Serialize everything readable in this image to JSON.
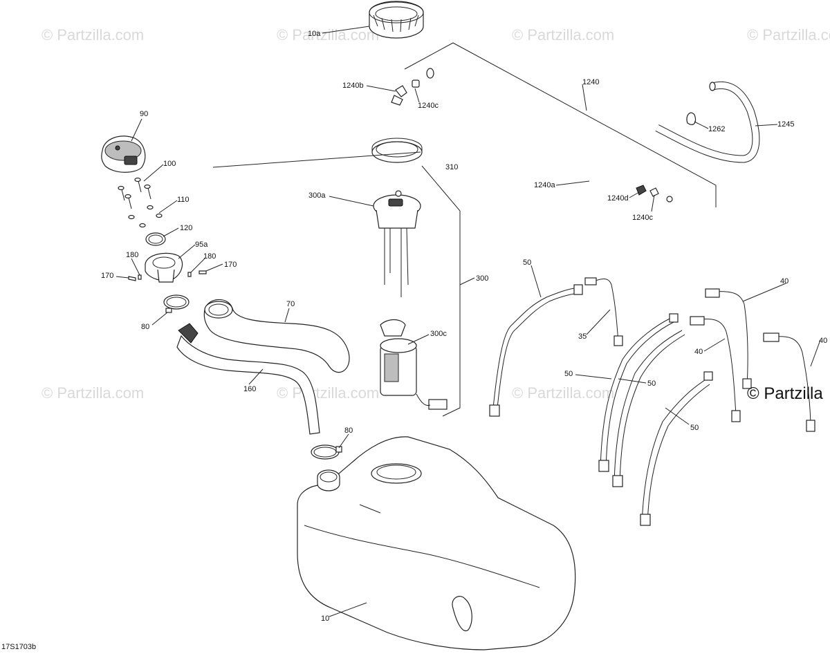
{
  "figure_code": "17S1703b",
  "watermarks": {
    "faint": "© Partzilla.com",
    "bold": "© Partzilla"
  },
  "callouts": [
    {
      "id": "c10a",
      "text": "10a"
    },
    {
      "id": "c1240b",
      "text": "1240b"
    },
    {
      "id": "c1240c_top",
      "text": "1240c"
    },
    {
      "id": "c1240",
      "text": "1240"
    },
    {
      "id": "c1245",
      "text": "1245"
    },
    {
      "id": "c1262",
      "text": "1262"
    },
    {
      "id": "c90",
      "text": "90"
    },
    {
      "id": "c100",
      "text": "100"
    },
    {
      "id": "c310",
      "text": "310"
    },
    {
      "id": "c1240a",
      "text": "1240a"
    },
    {
      "id": "c1240d",
      "text": "1240d"
    },
    {
      "id": "c1240c_mid",
      "text": "1240c"
    },
    {
      "id": "c110",
      "text": "110"
    },
    {
      "id": "c300a",
      "text": "300a"
    },
    {
      "id": "c120",
      "text": "120"
    },
    {
      "id": "c95a",
      "text": "95a"
    },
    {
      "id": "c180_l",
      "text": "180"
    },
    {
      "id": "c180_r",
      "text": "180"
    },
    {
      "id": "c170_r",
      "text": "170"
    },
    {
      "id": "c170_l",
      "text": "170"
    },
    {
      "id": "c50_a",
      "text": "50"
    },
    {
      "id": "c300",
      "text": "300"
    },
    {
      "id": "c40_a",
      "text": "40"
    },
    {
      "id": "c70",
      "text": "70"
    },
    {
      "id": "c80_a",
      "text": "80"
    },
    {
      "id": "c35",
      "text": "35"
    },
    {
      "id": "c300c",
      "text": "300c"
    },
    {
      "id": "c40_b",
      "text": "40"
    },
    {
      "id": "c40_c",
      "text": "40"
    },
    {
      "id": "c50_b",
      "text": "50"
    },
    {
      "id": "c50_c",
      "text": "50"
    },
    {
      "id": "c160",
      "text": "160"
    },
    {
      "id": "c50_d",
      "text": "50"
    },
    {
      "id": "c80_b",
      "text": "80"
    },
    {
      "id": "c10",
      "text": "10"
    }
  ]
}
